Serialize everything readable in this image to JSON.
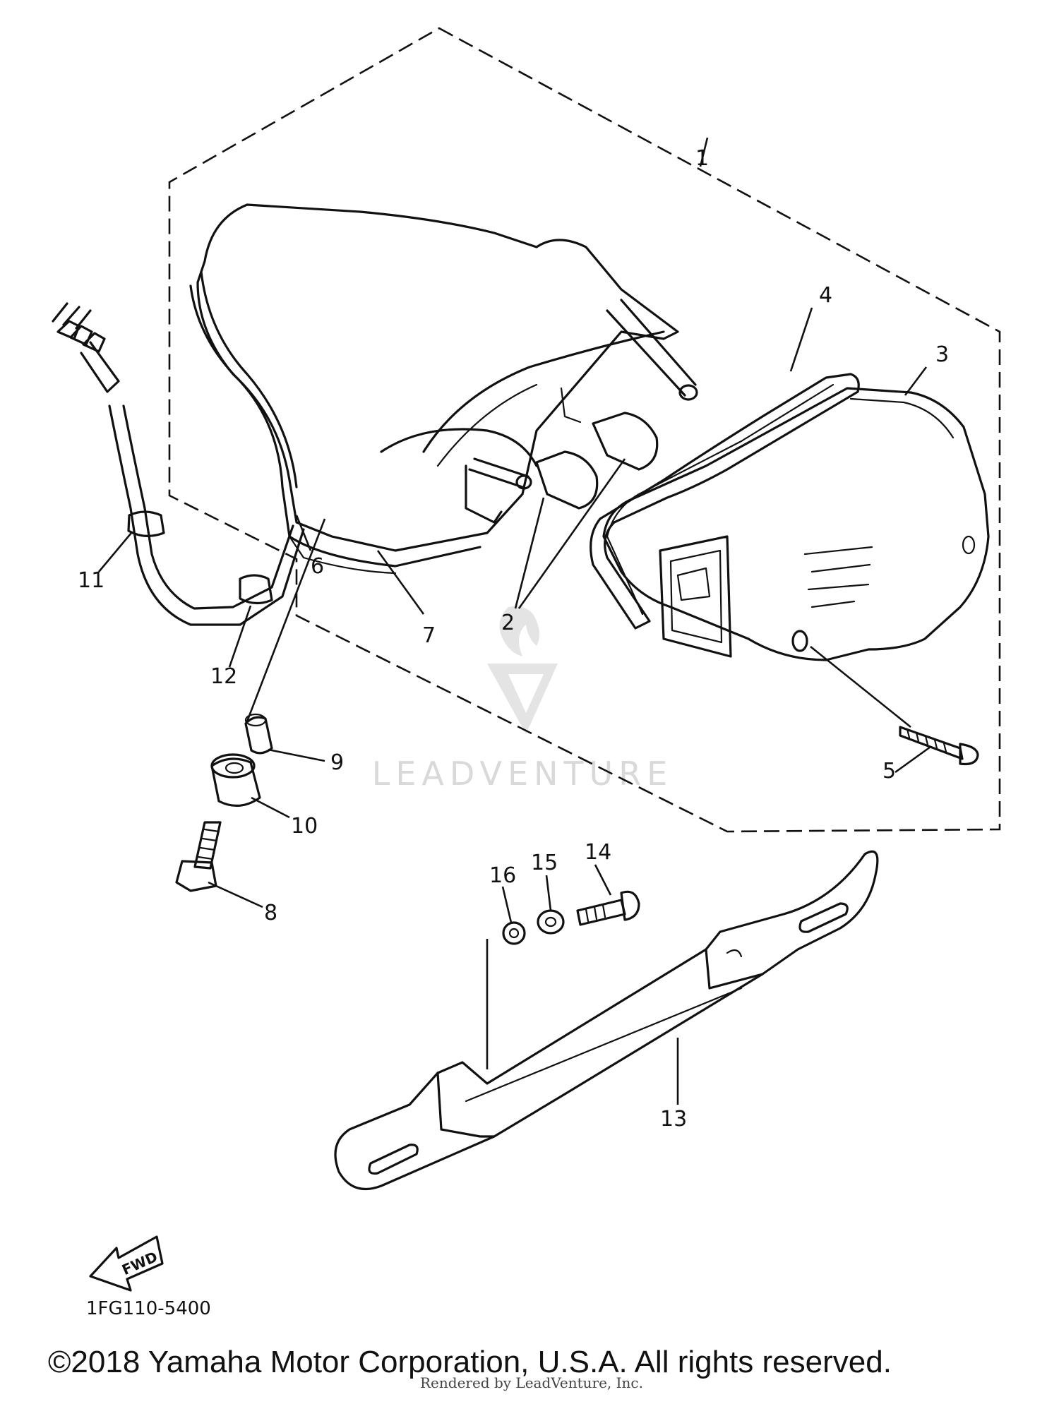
{
  "diagram": {
    "callouts": [
      "1",
      "2",
      "3",
      "4",
      "5",
      "6",
      "7",
      "8",
      "9",
      "10",
      "11",
      "12",
      "13",
      "14",
      "15",
      "16"
    ],
    "direction_arrow_label": "FWD",
    "diagram_code": "1FG110-5400",
    "copyright": "©2018 Yamaha Motor Corporation, U.S.A. All rights reserved.",
    "watermark": "LEADVENTURE",
    "rendered_by": "Rendered by LeadVenture, Inc."
  }
}
